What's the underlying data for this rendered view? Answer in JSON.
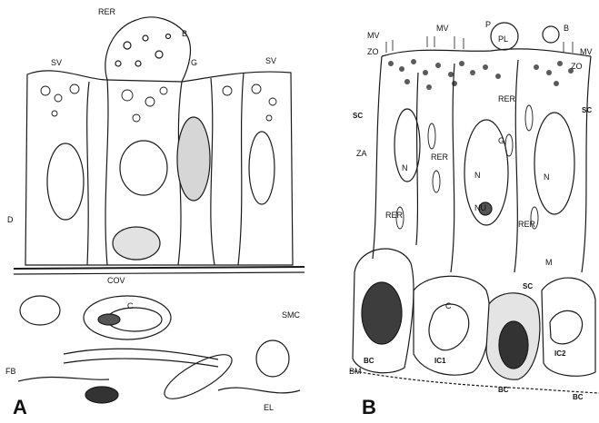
{
  "panels": [
    {
      "letter": "A",
      "labels": {
        "rer": "RER",
        "b": "B",
        "sv_left": "SV",
        "sv_right": "SV",
        "g": "G",
        "d": "D",
        "cov": "COV",
        "c": "C",
        "smc": "SMC",
        "fb": "FB",
        "el": "EL"
      }
    },
    {
      "letter": "B",
      "labels": {
        "mv_left": "MV",
        "mv_mid": "MV",
        "mv_right": "MV",
        "p": "P",
        "pl": "PL",
        "b": "B",
        "zo_left": "ZO",
        "zo_right": "ZO",
        "sc_left": "SC",
        "sc_right": "SC",
        "za": "ZA",
        "rer_1": "RER",
        "rer_2": "RER",
        "rer_3": "RER",
        "rer_4": "RER",
        "n_1": "N",
        "n_2": "N",
        "n_3": "N",
        "nu": "NU",
        "g": "G",
        "m_1": "M",
        "sc_mid": "SC",
        "c": "C",
        "ic1": "IC1",
        "ic2": "IC2",
        "bc_1": "BC",
        "bc_2": "BC",
        "bc_3": "BC",
        "bm": "BM"
      }
    }
  ],
  "colors": {
    "ink": "#1a1a1a",
    "paper": "#ffffff",
    "shade": "#6e6e6e"
  }
}
